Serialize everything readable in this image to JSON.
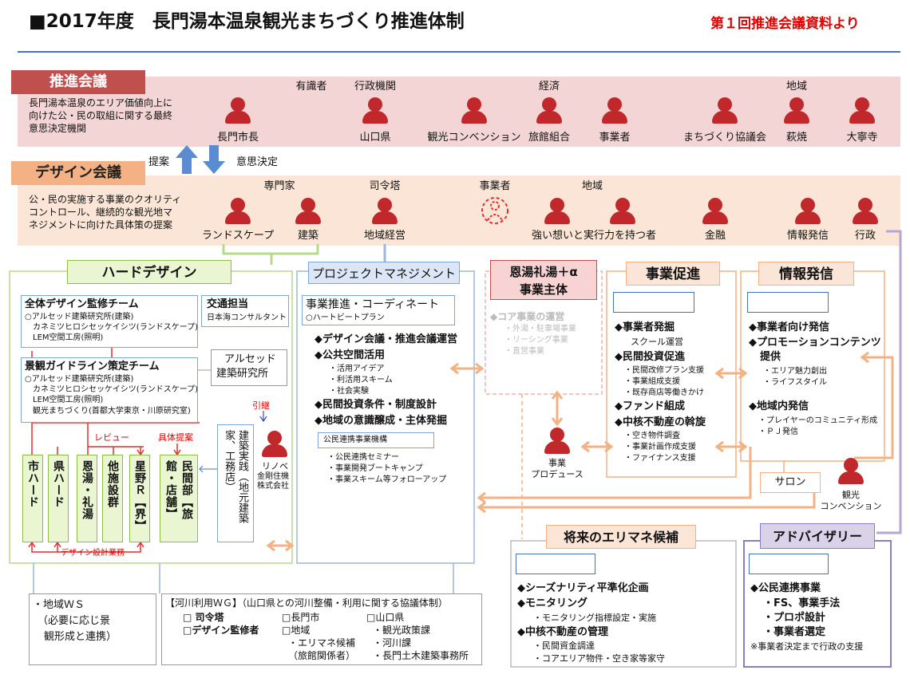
{
  "title": "■2017年度　長門湯本温泉観光まちづくり推進体制",
  "source_note": "第１回推進会議資料より",
  "suishin": {
    "tag": "推進会議",
    "desc": [
      "長門湯本温泉のエリア価値向上に",
      "向けた公・民の取組に関する最終",
      "意思決定機関"
    ],
    "groups": [
      "有識者",
      "行政機関",
      "経済",
      "地域"
    ],
    "people": [
      "長門市長",
      "山口県",
      "観光コンベンション",
      "旅館組合",
      "事業者",
      "まちづくり協議会",
      "萩焼",
      "大寧寺"
    ]
  },
  "arrows": {
    "up": "提案",
    "down": "意思決定"
  },
  "design": {
    "tag": "デザイン会議",
    "desc": [
      "公・民の実施する事業のクオリティ",
      "コントロール、継続的な観光地マ",
      "ネジメントに向けた具体策の提案"
    ],
    "groups": [
      "専門家",
      "司令塔",
      "事業者",
      "地域"
    ],
    "people": [
      "ランドスケープ",
      "建築",
      "地域経営",
      "強い想いと実行力を持つ者",
      "金融",
      "情報発信",
      "行政"
    ]
  },
  "hard": {
    "tag": "ハードデザイン",
    "team1": {
      "title": "全体デザイン監修チーム",
      "lines": [
        "○アルセッド建築研究所(建築)",
        "カネミツヒロシセッケイシツ(ランドスケープ)",
        "LEM空間工房(照明)"
      ]
    },
    "koutsu": {
      "title": "交通担当",
      "sub": "日本海コンサルタント"
    },
    "arsed": [
      "アルセッド",
      "建築研究所"
    ],
    "team2": {
      "title": "景観ガイドライン策定チーム",
      "lines": [
        "○アルセッド建築研究所(建築)",
        "カネミツヒロシセッケイシツ(ランドスケープ)",
        "LEM空間工房(照明)",
        "観光まちづくり(首都大学東京・川原研究室)"
      ]
    },
    "review": "レビュー",
    "teian": "具体提案",
    "hikitsugi": "引継",
    "renove": [
      "リノベ",
      "金剛住機",
      "株式会社"
    ],
    "columns": [
      "市ハード",
      "県ハード",
      "恩湯・礼湯",
      "他施設群",
      "星野Ｒ【界】",
      "民間部【旅館・店舗】"
    ],
    "jissen": "建築実践（地元建築家、工務店）",
    "sekkei": "デザイン設計業務"
  },
  "pm": {
    "tag": "プロジェクトマネジメント",
    "sub_title": "事業推進・コーディネート",
    "sub_note": "○ハートビートプラン",
    "items": [
      "◆デザイン会議・推進会議運営",
      "◆公共空間活用",
      "・活用アイデア",
      "・利活用スキーム",
      "・社会実験",
      "◆民間投資条件・制度設計",
      "◆地域の意識醸成・主体発掘"
    ],
    "kikou": "公民連携事業機構",
    "kikou_items": [
      "・公民連携セミナー",
      "・事業開発ブートキャンプ",
      "・事業スキーム等フォローアップ"
    ]
  },
  "onto": {
    "tag": [
      "恩湯礼湯＋α",
      "事業主体"
    ],
    "items": [
      "◆コア事業の運営",
      "・外湯・駐車場事業",
      "・リーシング事業",
      "・直営事業"
    ],
    "producer": [
      "事業",
      "プロデュース"
    ]
  },
  "jigyo": {
    "tag": "事業促進",
    "items": [
      "◆事業者発掘",
      "スクール運営",
      "◆民間投資促進",
      "・民間改修プラン支援",
      "・事業組成支援",
      "・既存商店等働きかけ",
      "◆ファンド組成",
      "◆中核不動産の斡旋",
      "・空き物件調査",
      "・事業計画作成支援",
      "・ファイナンス支援"
    ]
  },
  "joho": {
    "tag": "情報発信",
    "items": [
      "◆事業者向け発信",
      "◆プロモーションコンテンツ",
      "提供",
      "・エリア魅力創出",
      "・ライフスタイル",
      "◆地域内発信",
      "・プレイヤーのコミュニティ形成",
      "・ＰＪ発信"
    ],
    "salon": "サロン",
    "convention": [
      "観光",
      "コンベンション"
    ]
  },
  "erimane": {
    "tag": "将来のエリマネ候補",
    "items": [
      "◆シーズナリティ平準化企画",
      "◆モニタリング",
      "・モニタリング指標設定・実施",
      "◆中核不動産の管理",
      "・民間資金調達",
      "・コアエリア物件・空き家等家守"
    ]
  },
  "advisory": {
    "tag": "アドバイザリー",
    "items": [
      "◆公民連携事業",
      "・FS、事業手法",
      "・プロポ設計",
      "・事業者選定",
      "※事業者決定まで行政の支援"
    ]
  },
  "chiiki_ws": [
    "・地域ＷＳ",
    "（必要に応じ景",
    "観形成と連携）"
  ],
  "kawa": {
    "title": "【河川利用ＷＧ】（山口県との河川整備・利用に関する協議体制）",
    "col1": [
      "□ 司令塔",
      "□デザイン監修者"
    ],
    "col2": [
      "□長門市",
      "□地域",
      "・エリマネ候補",
      "（旅館関係者）"
    ],
    "col3": [
      "□山口県",
      "・観光政策課",
      "・河川課",
      "・長門土木建築事務所"
    ]
  },
  "colors": {
    "red": "#c0282b",
    "green": "#8cbf3f",
    "blue": "#7ea6d6",
    "orange": "#f4b183",
    "purple": "#8e7cc3",
    "pink_band": "#f3d5d5",
    "peach_band": "#fbe5d6"
  }
}
